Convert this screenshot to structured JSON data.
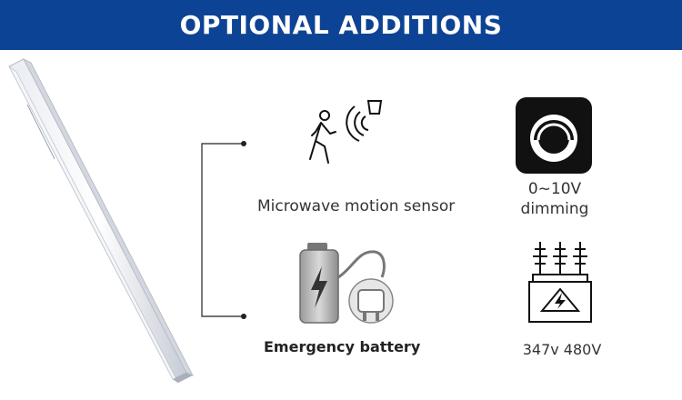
{
  "header": {
    "title": "OPTIONAL ADDITIONS"
  },
  "options": [
    {
      "label": "Microwave motion sensor",
      "icon": "motion-sensor-icon"
    },
    {
      "label_line1": "0~10V",
      "label_line2": "dimming",
      "icon": "dimmer-knob-icon"
    },
    {
      "label": "Emergency battery",
      "icon": "battery-plug-icon"
    },
    {
      "label": "347v 480V",
      "icon": "transformer-icon"
    }
  ],
  "colors": {
    "banner": "#0d4394",
    "banner_text": "#ffffff",
    "icon_dark": "#111111"
  }
}
